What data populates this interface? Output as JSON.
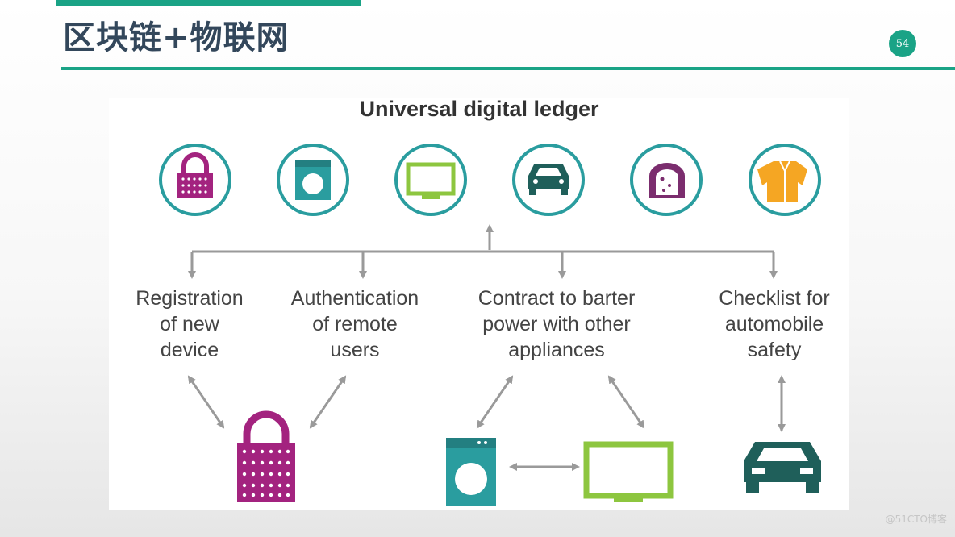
{
  "slide": {
    "title": "区块链+物联网",
    "page_number": "54"
  },
  "figure": {
    "title": "Universal digital ledger",
    "top_icons": [
      "lock-icon",
      "washing-machine-icon",
      "tv-icon",
      "car-icon",
      "bread-icon",
      "coat-icon"
    ],
    "labels": [
      "Registration\nof new\ndevice",
      "Authentication\nof remote\nusers",
      "Contract to barter\npower with other\nappliances",
      "Checklist for\nautomobile\nsafety"
    ],
    "bottom_icons": [
      "lock-icon",
      "washing-machine-icon",
      "tv-icon",
      "car-icon"
    ]
  },
  "colors": {
    "accent": "#1aa386",
    "title_text": "#33475b",
    "teal": "#2a9d9f",
    "magenta": "#a3237f",
    "green": "#8dc63f",
    "dark_teal": "#1f5f5a",
    "purple": "#7b2d6e",
    "orange": "#f5a623",
    "arrow_gray": "#9a9a9a"
  },
  "watermark": "@51CTO博客"
}
